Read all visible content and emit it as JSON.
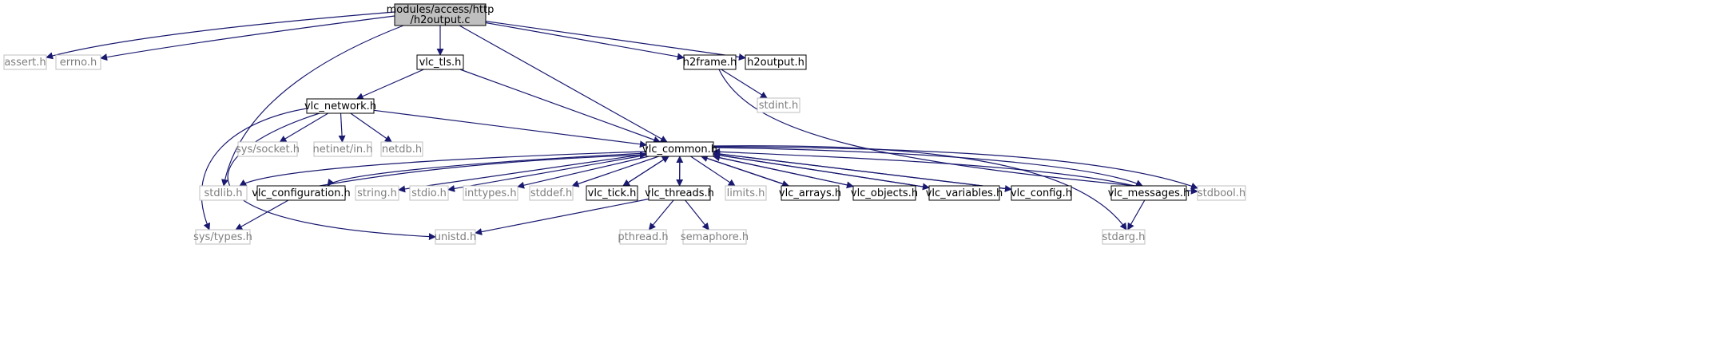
{
  "graph": {
    "nodes": [
      {
        "id": "root",
        "label": "modules/access/http\n/h2output.c",
        "style": "root"
      },
      {
        "id": "assert",
        "label": "assert.h",
        "style": "external"
      },
      {
        "id": "errno",
        "label": "errno.h",
        "style": "external"
      },
      {
        "id": "vlc_tls",
        "label": "vlc_tls.h",
        "style": "project"
      },
      {
        "id": "h2frame",
        "label": "h2frame.h",
        "style": "project"
      },
      {
        "id": "h2output",
        "label": "h2output.h",
        "style": "project"
      },
      {
        "id": "vlc_network",
        "label": "vlc_network.h",
        "style": "project"
      },
      {
        "id": "stdint",
        "label": "stdint.h",
        "style": "external"
      },
      {
        "id": "sys_socket",
        "label": "sys/socket.h",
        "style": "external"
      },
      {
        "id": "netinet_in",
        "label": "netinet/in.h",
        "style": "external"
      },
      {
        "id": "netdb",
        "label": "netdb.h",
        "style": "external"
      },
      {
        "id": "vlc_common",
        "label": "vlc_common.h",
        "style": "project"
      },
      {
        "id": "stdlib",
        "label": "stdlib.h",
        "style": "external"
      },
      {
        "id": "vlc_configuration",
        "label": "vlc_configuration.h",
        "style": "project"
      },
      {
        "id": "string",
        "label": "string.h",
        "style": "external"
      },
      {
        "id": "stdio",
        "label": "stdio.h",
        "style": "external"
      },
      {
        "id": "inttypes",
        "label": "inttypes.h",
        "style": "external"
      },
      {
        "id": "stddef",
        "label": "stddef.h",
        "style": "external"
      },
      {
        "id": "vlc_tick",
        "label": "vlc_tick.h",
        "style": "project"
      },
      {
        "id": "vlc_threads",
        "label": "vlc_threads.h",
        "style": "project"
      },
      {
        "id": "limits",
        "label": "limits.h",
        "style": "external"
      },
      {
        "id": "vlc_arrays",
        "label": "vlc_arrays.h",
        "style": "project"
      },
      {
        "id": "vlc_objects",
        "label": "vlc_objects.h",
        "style": "project"
      },
      {
        "id": "vlc_variables",
        "label": "vlc_variables.h",
        "style": "project"
      },
      {
        "id": "vlc_config",
        "label": "vlc_config.h",
        "style": "project"
      },
      {
        "id": "vlc_messages",
        "label": "vlc_messages.h",
        "style": "project"
      },
      {
        "id": "stdbool",
        "label": "stdbool.h",
        "style": "external"
      },
      {
        "id": "sys_types",
        "label": "sys/types.h",
        "style": "external"
      },
      {
        "id": "unistd",
        "label": "unistd.h",
        "style": "external"
      },
      {
        "id": "pthread",
        "label": "pthread.h",
        "style": "external"
      },
      {
        "id": "semaphore",
        "label": "semaphore.h",
        "style": "external"
      },
      {
        "id": "stdarg",
        "label": "stdarg.h",
        "style": "external"
      }
    ],
    "edges": [
      {
        "from": "root",
        "to": "assert"
      },
      {
        "from": "root",
        "to": "errno"
      },
      {
        "from": "root",
        "to": "vlc_tls"
      },
      {
        "from": "root",
        "to": "h2frame"
      },
      {
        "from": "root",
        "to": "h2output"
      },
      {
        "from": "root",
        "to": "stdlib"
      },
      {
        "from": "root",
        "to": "vlc_common"
      },
      {
        "from": "vlc_tls",
        "to": "vlc_network"
      },
      {
        "from": "vlc_tls",
        "to": "vlc_common"
      },
      {
        "from": "h2frame",
        "to": "stdint"
      },
      {
        "from": "h2frame",
        "to": "stdbool"
      },
      {
        "from": "vlc_network",
        "to": "sys_socket"
      },
      {
        "from": "vlc_network",
        "to": "netinet_in"
      },
      {
        "from": "vlc_network",
        "to": "netdb"
      },
      {
        "from": "vlc_network",
        "to": "vlc_common"
      },
      {
        "from": "vlc_network",
        "to": "sys_types"
      },
      {
        "from": "vlc_network",
        "to": "unistd"
      },
      {
        "from": "vlc_common",
        "to": "stdlib"
      },
      {
        "from": "vlc_common",
        "to": "vlc_configuration"
      },
      {
        "from": "vlc_common",
        "to": "string"
      },
      {
        "from": "vlc_common",
        "to": "stdio"
      },
      {
        "from": "vlc_common",
        "to": "inttypes"
      },
      {
        "from": "vlc_common",
        "to": "stddef"
      },
      {
        "from": "vlc_common",
        "to": "vlc_tick"
      },
      {
        "from": "vlc_common",
        "to": "vlc_threads"
      },
      {
        "from": "vlc_common",
        "to": "limits"
      },
      {
        "from": "vlc_common",
        "to": "vlc_arrays"
      },
      {
        "from": "vlc_common",
        "to": "vlc_objects"
      },
      {
        "from": "vlc_common",
        "to": "vlc_variables"
      },
      {
        "from": "vlc_common",
        "to": "vlc_config"
      },
      {
        "from": "vlc_common",
        "to": "vlc_messages"
      },
      {
        "from": "vlc_common",
        "to": "stdbool"
      },
      {
        "from": "vlc_common",
        "to": "stdarg"
      },
      {
        "from": "vlc_configuration",
        "to": "vlc_common"
      },
      {
        "from": "vlc_configuration",
        "to": "sys_types"
      },
      {
        "from": "vlc_tick",
        "to": "vlc_common"
      },
      {
        "from": "vlc_threads",
        "to": "vlc_common"
      },
      {
        "from": "vlc_threads",
        "to": "unistd"
      },
      {
        "from": "vlc_threads",
        "to": "pthread"
      },
      {
        "from": "vlc_threads",
        "to": "semaphore"
      },
      {
        "from": "vlc_arrays",
        "to": "vlc_common"
      },
      {
        "from": "vlc_objects",
        "to": "vlc_common"
      },
      {
        "from": "vlc_variables",
        "to": "vlc_common"
      },
      {
        "from": "vlc_config",
        "to": "vlc_common"
      },
      {
        "from": "vlc_messages",
        "to": "vlc_common"
      },
      {
        "from": "vlc_messages",
        "to": "stdarg"
      }
    ]
  },
  "colors": {
    "edge": "#191970",
    "root_fill": "#bfbfbf",
    "root_border": "#000000",
    "project_border": "#000000",
    "external_border": "#bfbfbf",
    "project_text": "#000000",
    "external_text": "#7f7f7f"
  }
}
